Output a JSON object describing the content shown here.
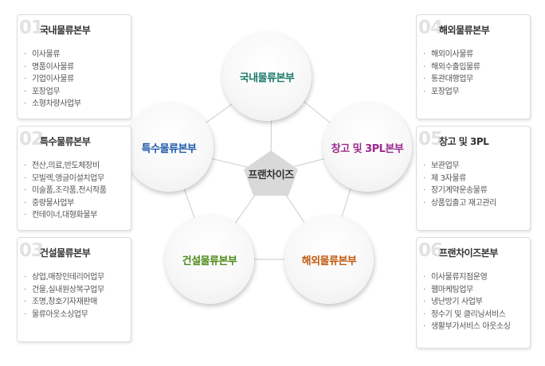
{
  "center": {
    "label": "프랜차이즈"
  },
  "circles": {
    "top": {
      "label": "국내물류본부",
      "color": "#1c7a6a"
    },
    "left": {
      "label": "특수물류본부",
      "color": "#1f5aa8"
    },
    "right": {
      "label": "창고 및 3PL본부",
      "color": "#9b2a8e"
    },
    "bottom_left": {
      "label": "건설물류본부",
      "color": "#4f8a1a"
    },
    "bottom_right": {
      "label": "해외물류본부",
      "color": "#c05a10"
    }
  },
  "cards": [
    {
      "num": "01",
      "title": "국내물류본부",
      "items": [
        "이사물류",
        "명품이사물류",
        "기업이사물류",
        "포장업무",
        "소형차량사업부"
      ]
    },
    {
      "num": "02",
      "title": "특수물류본부",
      "items": [
        "전산,의료,반도체장비",
        "모빌렉,앵글이설치업무",
        "미술품,조각품,전시작품",
        "중량물사업부",
        "컨테이너,대형화물부"
      ]
    },
    {
      "num": "03",
      "title": "건설물류본부",
      "items": [
        "상업,매장인테리어업무",
        "건물,실내원상복구업무",
        "조명,창호기자재판매",
        "물류아웃소싱업무"
      ]
    },
    {
      "num": "04",
      "title": "해외물류본부",
      "items": [
        "해외이사물류",
        "해외수출입물류",
        "통관대행업무",
        "포장업무"
      ]
    },
    {
      "num": "05",
      "title": "창고 및 3PL",
      "items": [
        "보관업무",
        "제 3자물류",
        "장기계약운송물류",
        "상품입출고 재고관리"
      ]
    },
    {
      "num": "06",
      "title": "프랜차이즈본부",
      "items": [
        "이사물류지점운영",
        "웹마케팅업무",
        "냉난방기 사업부",
        "정수기 및 클리닝서비스",
        "생활부가서비스 아웃소싱"
      ]
    }
  ],
  "bullet": "·"
}
